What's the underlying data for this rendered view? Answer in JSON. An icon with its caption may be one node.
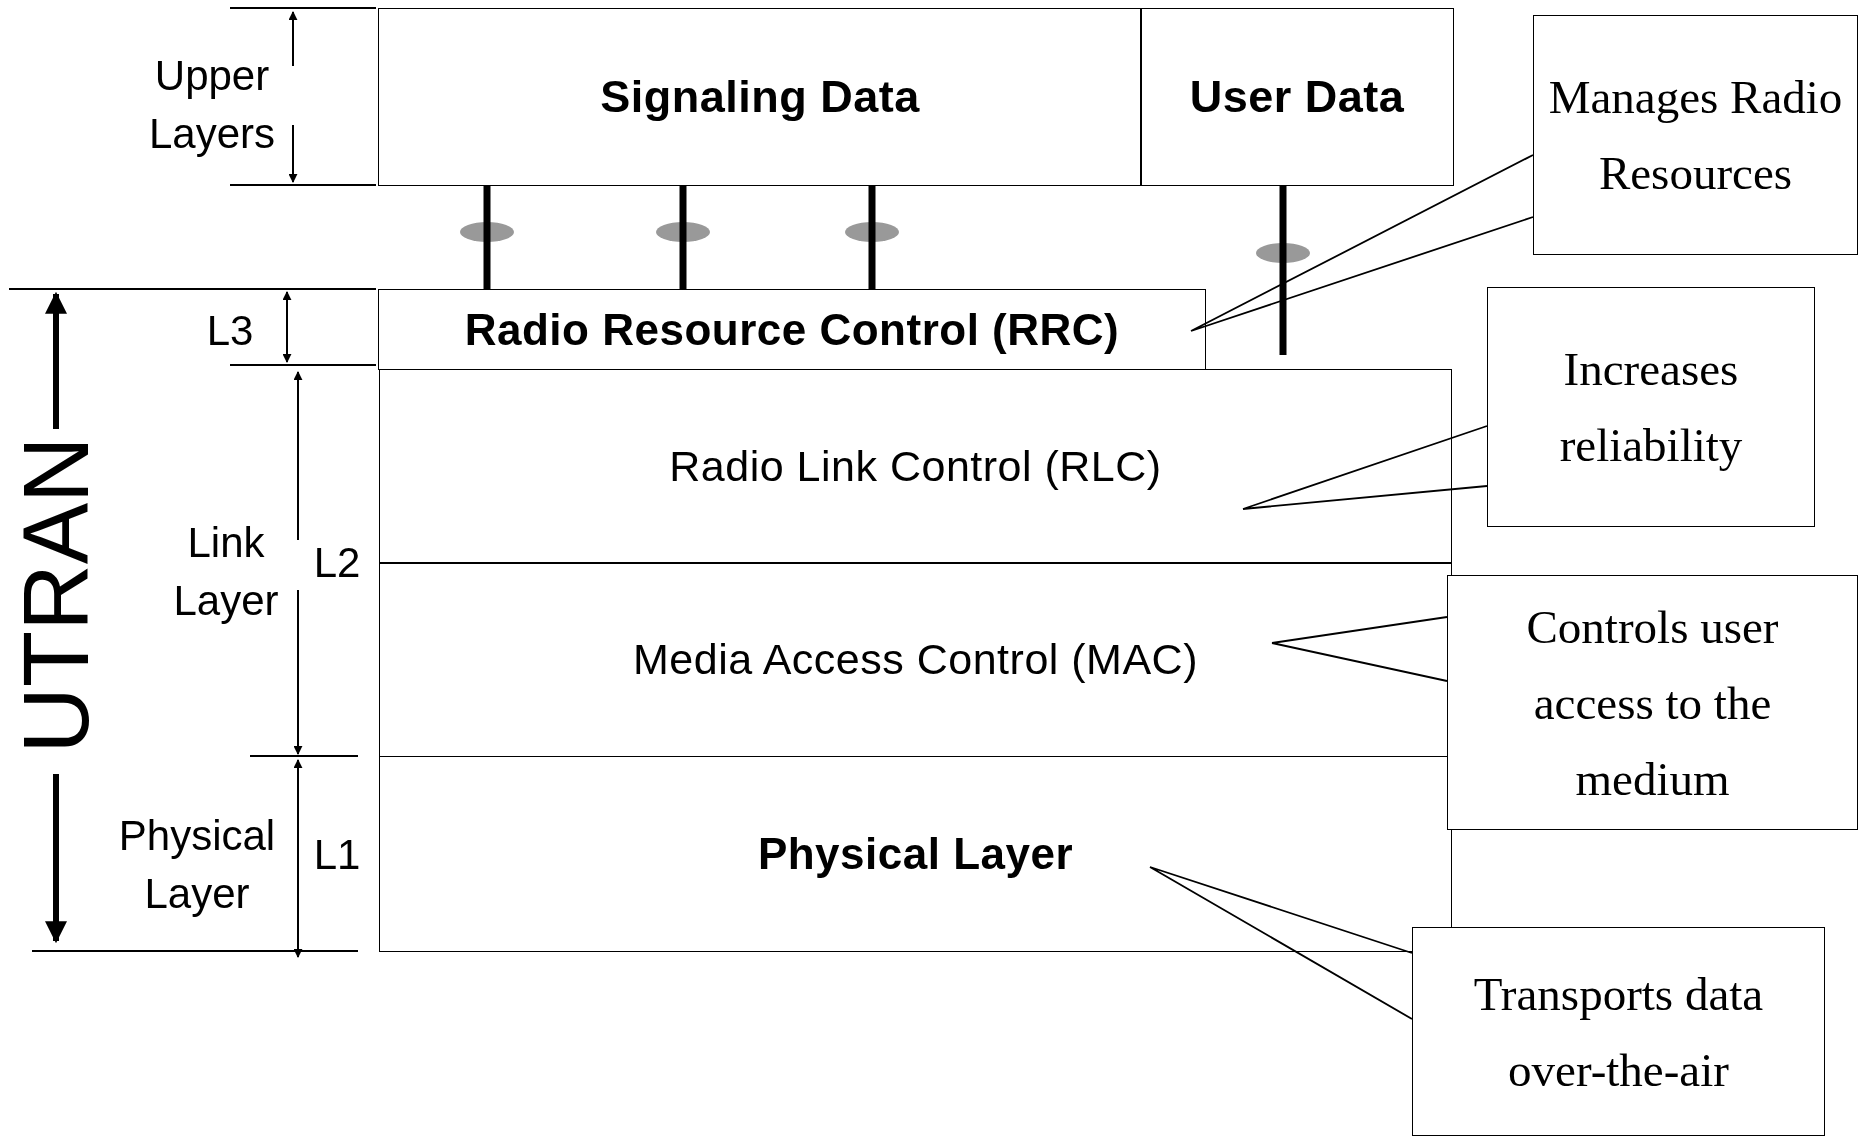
{
  "diagram": {
    "nodes": [
      {
        "text": [
          "Signaling Data"
        ]
      },
      {
        "text": [
          "User Data"
        ]
      },
      {
        "text": [
          "Radio Resource Control (RRC)"
        ]
      },
      {
        "text": [
          "Radio Link Control (RLC)"
        ]
      },
      {
        "text": [
          "Media Access Control (MAC)"
        ]
      },
      {
        "text": [
          "Physical Layer"
        ]
      },
      {
        "text": [
          "Manages Radio Resources"
        ]
      },
      {
        "text": [
          "Increases reliability"
        ]
      },
      {
        "text": [
          "Controls user access to the medium"
        ]
      },
      {
        "text": [
          "Transports data over-the-air"
        ]
      }
    ],
    "edges": [
      {
        "from": 0,
        "to": 2,
        "arrow": "none",
        "style": "thick"
      },
      {
        "from": 0,
        "to": 2,
        "arrow": "none",
        "style": "thick"
      },
      {
        "from": 0,
        "to": 2,
        "arrow": "none",
        "style": "thick"
      },
      {
        "from": 1,
        "to": 3,
        "arrow": "none",
        "style": "thick"
      },
      {
        "from": 6,
        "to": 2,
        "arrow": "none"
      },
      {
        "from": 7,
        "to": 3,
        "arrow": "none"
      },
      {
        "from": 8,
        "to": 4,
        "arrow": "none"
      },
      {
        "from": 9,
        "to": 5,
        "arrow": "none"
      }
    ],
    "labels": [
      "Upper Layers",
      "L3",
      "UTRAN",
      "Link Layer",
      "L2",
      "Physical Layer",
      "L1"
    ]
  }
}
